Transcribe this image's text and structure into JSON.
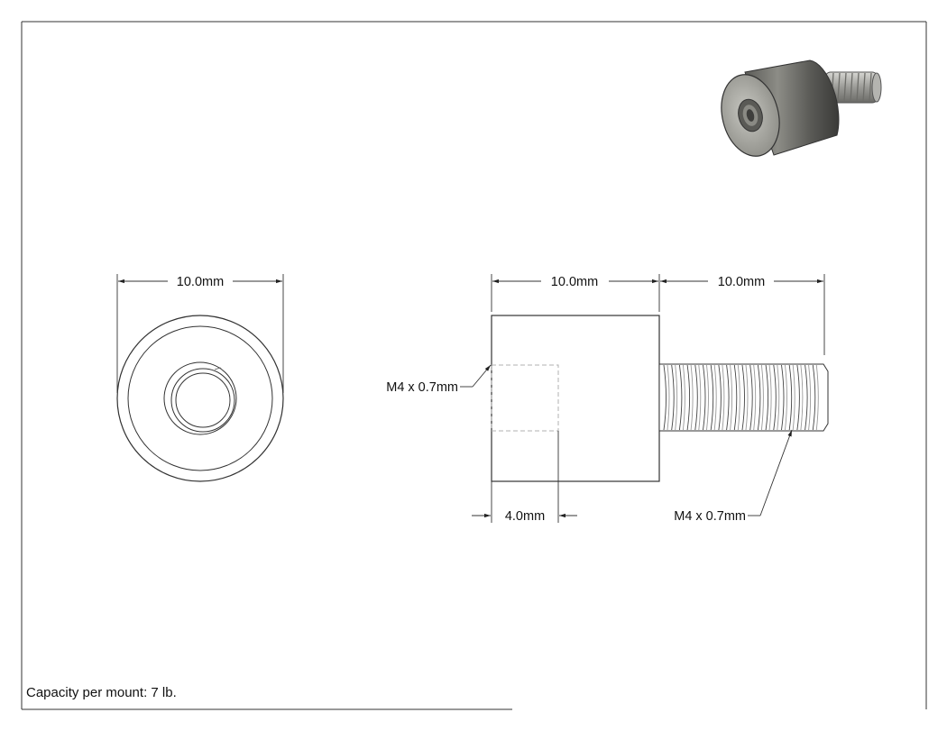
{
  "front_view": {
    "diameter_label": "10.0mm"
  },
  "side_view": {
    "body_length_label": "10.0mm",
    "stud_length_label": "10.0mm",
    "internal_thread_label": "M4 x 0.7mm",
    "thread_depth_label": "4.0mm",
    "external_thread_label": "M4 x 0.7mm"
  },
  "footer": {
    "capacity_note": "Capacity per mount: 7 lb."
  },
  "colors": {
    "line": "#333333",
    "hidden_line": "#b0b0b0",
    "part_dark": "#4a4a48",
    "part_light": "#9a9a96"
  }
}
